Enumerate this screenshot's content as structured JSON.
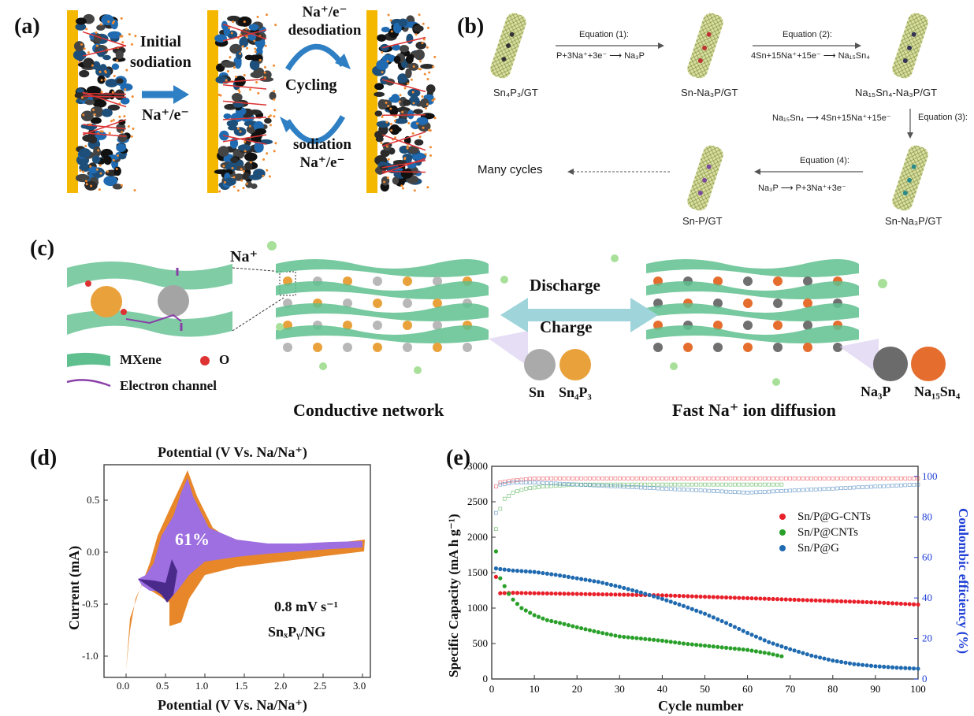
{
  "panel_labels": {
    "a": "(a)",
    "b": "(b)",
    "c": "(c)",
    "d": "(d)",
    "e": "(e)"
  },
  "panel_a": {
    "initial_line1": "Initial",
    "initial_line2": "sodiation",
    "na_e": "Na⁺/e⁻",
    "top_line1": "Na⁺/e⁻",
    "top_line2": "desodiation",
    "cycling": "Cycling",
    "bottom_line1": "sodiation",
    "bottom_line2": "Na⁺/e⁻"
  },
  "panel_b": {
    "tubes": [
      "Sn₄P₃/GT",
      "Sn-Na₃P/GT",
      "Na₁₅Sn₄-Na₃P/GT",
      "Sn-Na₃P/GT",
      "Sn-P/GT"
    ],
    "eq1_title": "Equation (1):",
    "eq1": "P+3Na⁺+3e⁻ ⟶ Na₃P",
    "eq2_title": "Equation (2):",
    "eq2": "4Sn+15Na⁺+15e⁻ ⟶ Na₁₅Sn₄",
    "eq3_title": "Equation (3):",
    "eq3": "Na₁₅Sn₄ ⟶ 4Sn+15Na⁺+15e⁻",
    "eq4_title": "Equation (4):",
    "eq4": "Na₃P ⟶ P+3Na⁺+3e⁻",
    "many_cycles": "Many cycles"
  },
  "panel_c": {
    "na_plus": "Na⁺",
    "legend_mxene": "MXene",
    "legend_o": "O",
    "legend_electron": "Electron channel",
    "discharge": "Discharge",
    "charge": "Charge",
    "conductive": "Conductive network",
    "fast_diffusion": "Fast Na⁺ ion diffusion",
    "sn": "Sn",
    "sn4p3": "Sn₄P₃",
    "na3p": "Na₃P",
    "na15sn4": "Na₁₅Sn₄"
  },
  "panel_d": {
    "top_title": "Potential (V Vs. Na/Na⁺)",
    "xlabel": "Potential (V Vs. Na/Na⁺)",
    "ylabel": "Current (mA)",
    "percent": "61%",
    "rate": "0.8 mV s⁻¹",
    "material": "SnₓPᵧ/NG",
    "xticks": [
      "0.0",
      "0.5",
      "1.0",
      "1.5",
      "2.0",
      "2.5",
      "3.0"
    ],
    "yticks": [
      "0.5",
      "0.0",
      "-0.5",
      "-1.0"
    ],
    "colors": {
      "orange": "#e8872a",
      "purple": "#9d6fe0",
      "dark": "#4a2a8a"
    }
  },
  "chart_data": {
    "type": "scatter",
    "xlabel": "Cycle number",
    "ylabel": "Specific Capacity (mA h g⁻¹)",
    "y2label": "Coulombic efficiency (%)",
    "xlim": [
      0,
      100
    ],
    "ylim": [
      0,
      3000
    ],
    "y2lim": [
      0,
      105
    ],
    "xticks": [
      "0",
      "10",
      "20",
      "30",
      "40",
      "50",
      "60",
      "70",
      "80",
      "90",
      "100"
    ],
    "yticks": [
      "0",
      "500",
      "1000",
      "1500",
      "2000",
      "2500",
      "3000"
    ],
    "y2ticks": [
      "0",
      "20",
      "40",
      "60",
      "80",
      "100"
    ],
    "legend_position": "right",
    "series": [
      {
        "name": "Sn/P@G-CNTs",
        "color": "#e8202a",
        "x": [
          1,
          2,
          5,
          10,
          15,
          20,
          25,
          30,
          35,
          40,
          45,
          50,
          55,
          60,
          65,
          70,
          75,
          80,
          85,
          90,
          95,
          100
        ],
        "y": [
          1440,
          1210,
          1215,
          1210,
          1205,
          1200,
          1195,
          1190,
          1185,
          1180,
          1170,
          1160,
          1150,
          1140,
          1130,
          1120,
          1110,
          1100,
          1090,
          1080,
          1065,
          1050
        ],
        "ce_x": [
          1,
          2,
          5,
          10,
          20,
          30,
          40,
          50,
          60,
          70,
          80,
          90,
          100
        ],
        "ce": [
          95,
          97,
          98,
          99,
          99,
          99,
          99,
          99,
          99,
          99,
          99,
          99,
          99
        ]
      },
      {
        "name": "Sn/P@CNTs",
        "color": "#2aa02a",
        "x": [
          1,
          2,
          3,
          4,
          5,
          7,
          10,
          13,
          16,
          20,
          25,
          30,
          35,
          40,
          45,
          50,
          55,
          60,
          65,
          68
        ],
        "y": [
          1800,
          1420,
          1310,
          1200,
          1120,
          1000,
          900,
          830,
          790,
          730,
          660,
          600,
          570,
          540,
          500,
          470,
          440,
          410,
          360,
          320
        ],
        "ce_x": [
          1,
          2,
          3,
          5,
          8,
          12,
          20,
          30,
          40,
          50,
          60,
          68
        ],
        "ce": [
          74,
          84,
          89,
          92,
          94,
          95,
          96,
          96,
          96,
          96,
          96,
          96
        ]
      },
      {
        "name": "Sn/P@G",
        "color": "#1f6ab0",
        "x": [
          1,
          2,
          5,
          10,
          15,
          20,
          25,
          30,
          35,
          40,
          45,
          50,
          55,
          60,
          65,
          70,
          75,
          80,
          85,
          90,
          95,
          100
        ],
        "y": [
          1560,
          1550,
          1530,
          1510,
          1470,
          1420,
          1370,
          1300,
          1220,
          1130,
          1030,
          920,
          790,
          650,
          520,
          420,
          330,
          260,
          210,
          180,
          160,
          145
        ],
        "ce_x": [
          1,
          2,
          5,
          10,
          20,
          30,
          40,
          50,
          60,
          70,
          80,
          90,
          100
        ],
        "ce": [
          82,
          96,
          97,
          97,
          96,
          95,
          94,
          93,
          92,
          93,
          94,
          95,
          96
        ]
      }
    ]
  }
}
